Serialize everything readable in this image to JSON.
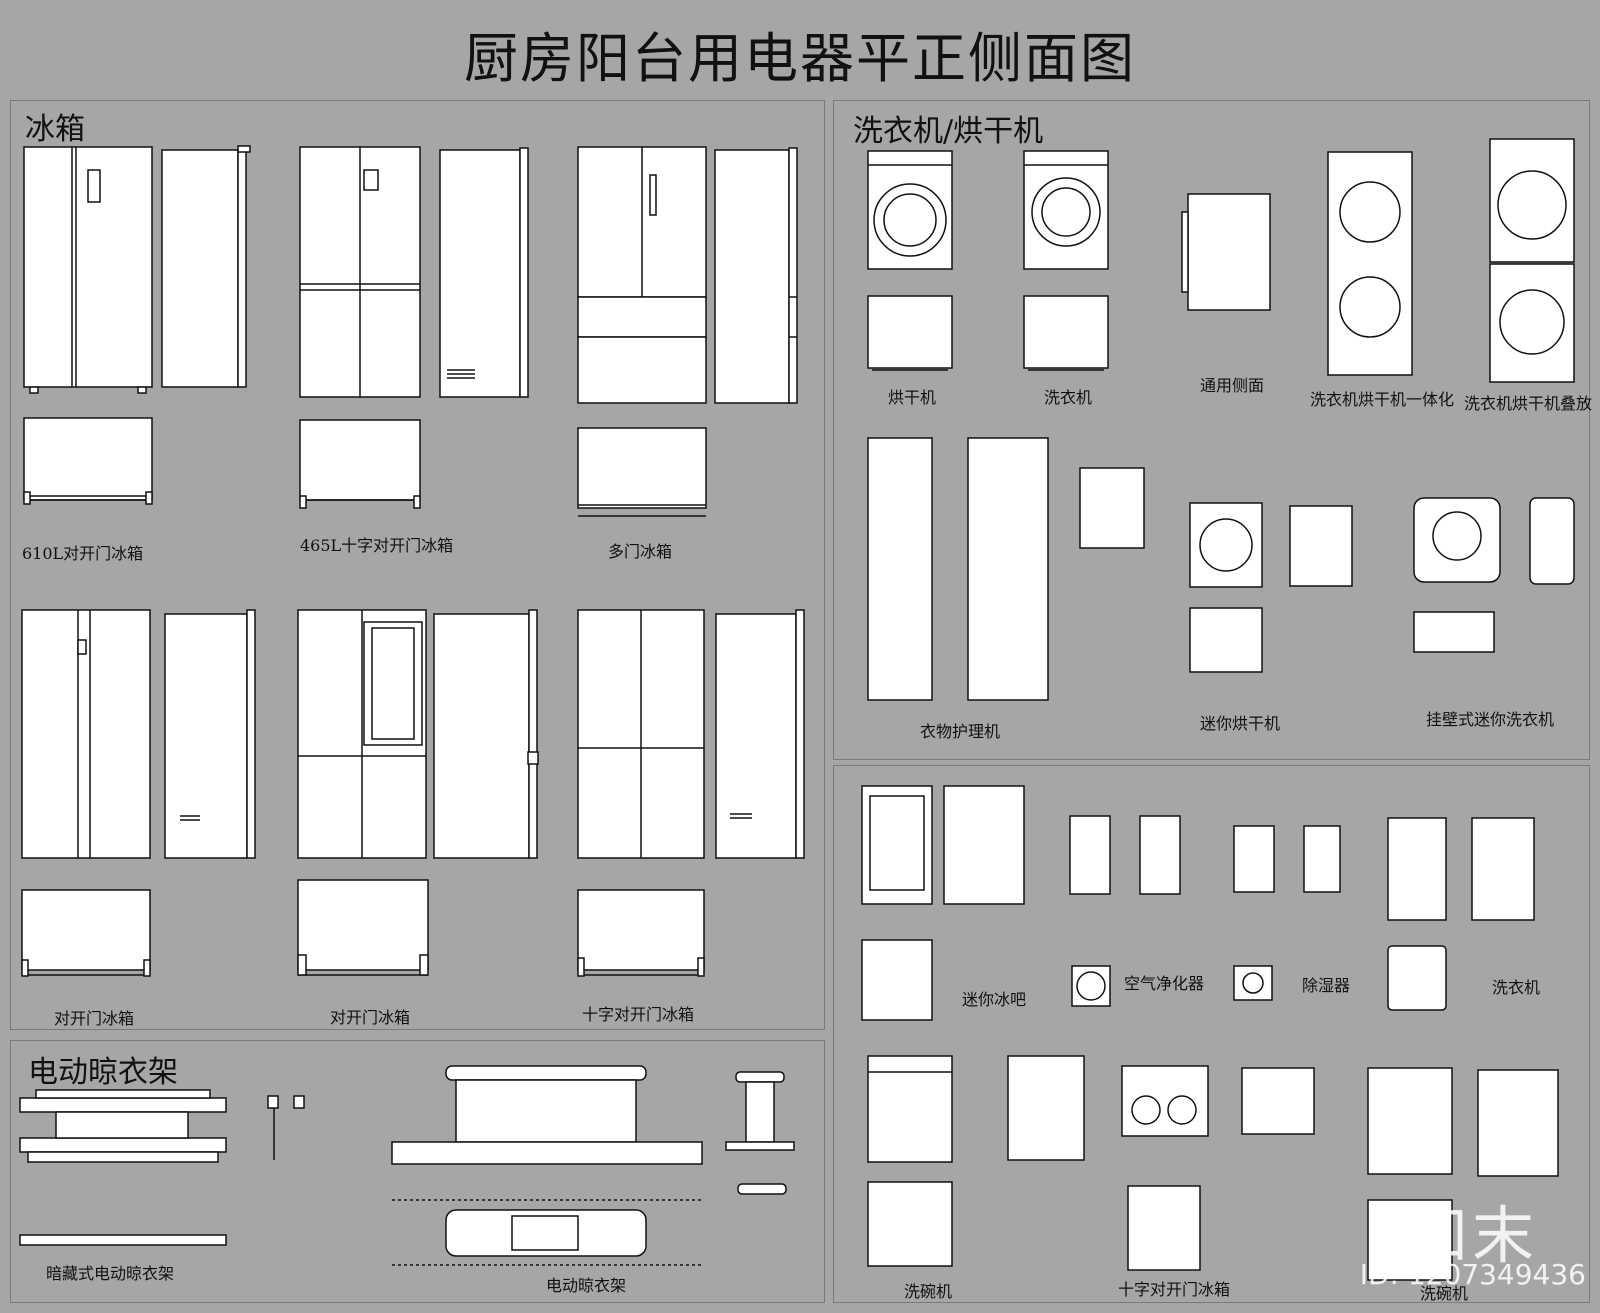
{
  "title": "厨房阳台用电器平正侧面图",
  "sections": {
    "fridge": "冰箱",
    "washer": "洗衣机/烘干机",
    "rack": "电动晾衣架"
  },
  "labels": {
    "fridge_610": "610L对开门冰箱",
    "fridge_465": "465L十字对开门冰箱",
    "fridge_multi": "多门冰箱",
    "fridge_double1": "对开门冰箱",
    "fridge_double2": "对开门冰箱",
    "fridge_cross": "十字对开门冰箱",
    "dryer": "烘干机",
    "washer": "洗衣机",
    "side_view": "通用侧面",
    "combo": "洗衣机烘干机一体化",
    "stacked": "洗衣机烘干机叠放",
    "clothes_care": "衣物护理机",
    "mini_dryer": "迷你烘干机",
    "wall_washer": "挂壁式迷你洗衣机",
    "mini_bar": "迷你冰吧",
    "air_purifier": "空气净化器",
    "dehumidifier": "除湿器",
    "washer2": "洗衣机",
    "dishwasher": "洗碗机",
    "cross_fridge2": "十字对开门冰箱",
    "dishwasher2": "洗碗机",
    "hidden_rack": "暗藏式电动晾衣架",
    "electric_rack": "电动晾衣架"
  },
  "watermark": {
    "brand": "知末",
    "id": "ID: 1207349436"
  }
}
